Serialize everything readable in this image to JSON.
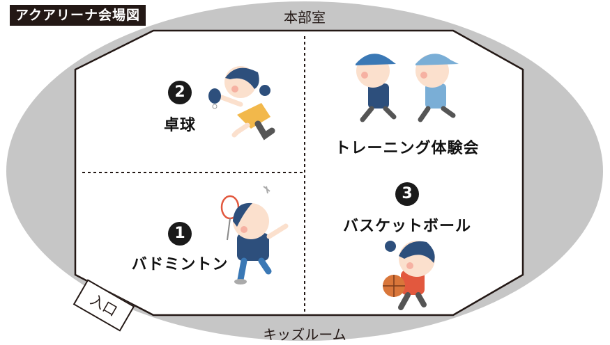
{
  "title": "アクアリーナ会場図",
  "top_label": "本部室",
  "bottom_label": "キッズルーム",
  "entrance_label": "入口",
  "zones": {
    "table_tennis": {
      "number": "2",
      "label": "卓球"
    },
    "training": {
      "label": "トレーニング体験会"
    },
    "badminton": {
      "number": "1",
      "label": "バドミントン"
    },
    "basketball": {
      "number": "3",
      "label": "バスケットボール"
    }
  },
  "colors": {
    "outer_oval": "#c6c6c6",
    "floor": "#ffffff",
    "outline": "#231815",
    "navy": "#2d4f7c",
    "light_blue": "#7aaed6",
    "yellow": "#f2b84b",
    "orange_red": "#e2583e",
    "skin": "#fbe0cd"
  },
  "icons": [
    "table-tennis-girl-illustration",
    "running-kids-illustration",
    "badminton-boy-illustration",
    "basketball-girl-illustration"
  ]
}
